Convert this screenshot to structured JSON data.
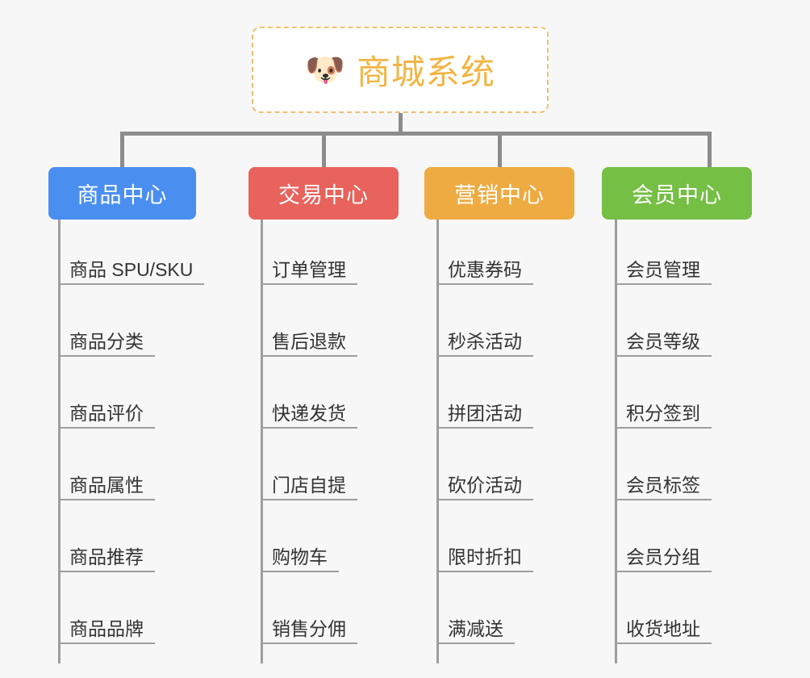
{
  "page": {
    "background_color": "#f7f7f7",
    "title": "商城系统功能架构图"
  },
  "root": {
    "icon": "dog-face-icon",
    "emoji": "🐶",
    "label": "商城系统",
    "text_color": "#f2b544",
    "border_color": "#f0c070",
    "background_color": "#ffffff"
  },
  "connector": {
    "color": "#8c8c8c"
  },
  "categories": [
    {
      "label": "商品中心",
      "color": "#4a8ff0",
      "items": [
        "商品 SPU/SKU",
        "商品分类",
        "商品评价",
        "商品属性",
        "商品推荐",
        "商品品牌"
      ]
    },
    {
      "label": "交易中心",
      "color": "#e8635c",
      "items": [
        "订单管理",
        "售后退款",
        "快递发货",
        "门店自提",
        "购物车",
        "销售分佣"
      ]
    },
    {
      "label": "营销中心",
      "color": "#eeab41",
      "items": [
        "优惠券码",
        "秒杀活动",
        "拼团活动",
        "砍价活动",
        "限时折扣",
        "满减送"
      ]
    },
    {
      "label": "会员中心",
      "color": "#75bf44",
      "items": [
        "会员管理",
        "会员等级",
        "积分签到",
        "会员标签",
        "会员分组",
        "收货地址"
      ]
    }
  ]
}
